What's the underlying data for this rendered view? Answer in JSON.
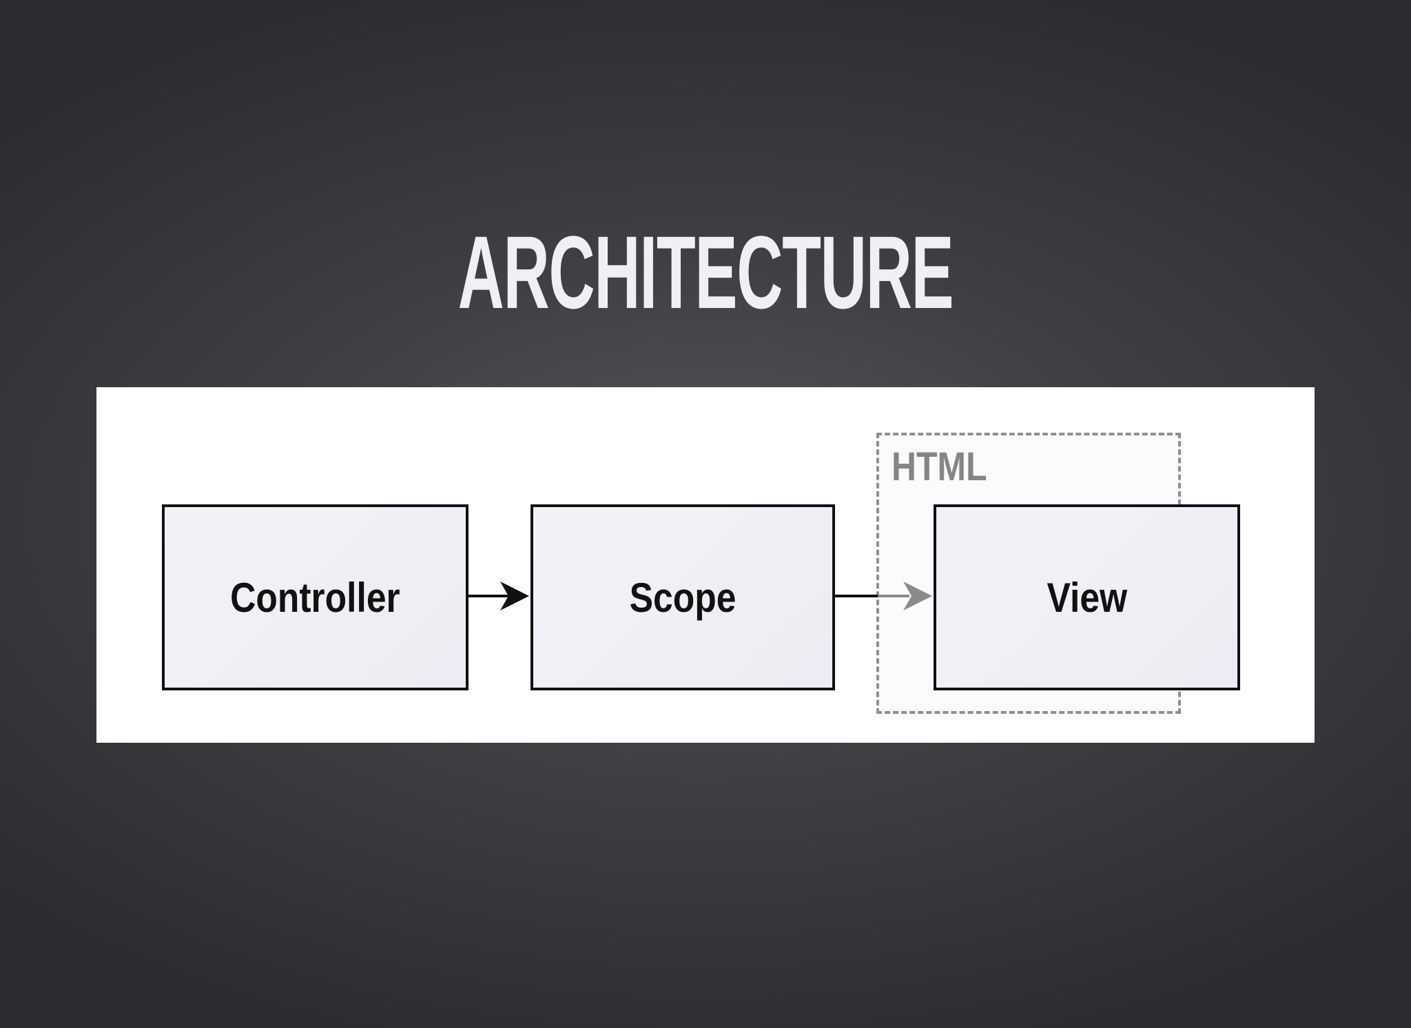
{
  "slide": {
    "title": "ARCHITECTURE"
  },
  "diagram": {
    "nodes": {
      "controller": "Controller",
      "scope": "Scope",
      "view": "View"
    },
    "region_label": "HTML",
    "edges": [
      {
        "from": "Controller",
        "to": "Scope"
      },
      {
        "from": "Scope",
        "to": "View"
      }
    ],
    "colors": {
      "box_fill": "#eeeef5",
      "box_border": "#111111",
      "region_border": "#8f8f8f",
      "region_label": "#858585",
      "arrow_primary": "#111111",
      "arrow_secondary": "#8a8a8a"
    }
  }
}
